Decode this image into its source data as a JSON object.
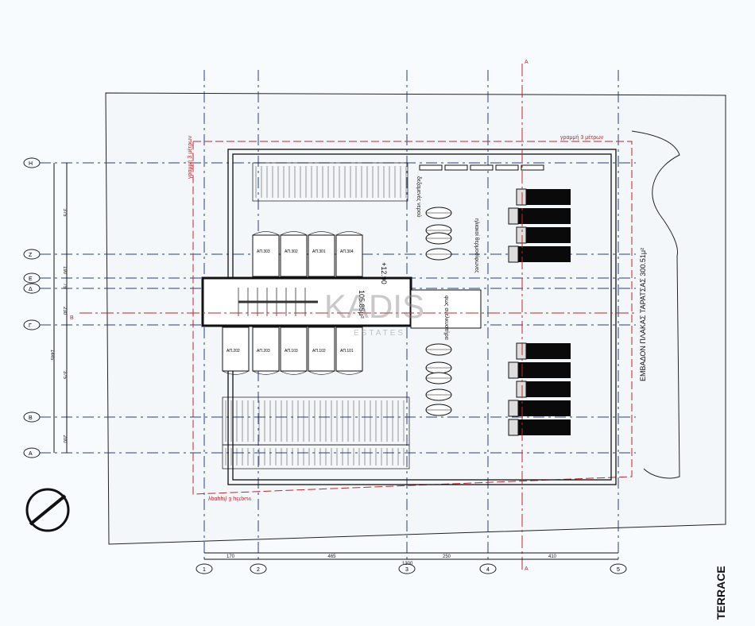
{
  "drawing": {
    "title": "TERRACE",
    "area_label": "ΕΜΒΑΔΟΝ ΠΛΑΚΑΣ ΤΑΡΑΤΣΑΣ 300.51μ²",
    "level": "+12.90",
    "stair_area": "105.85μ²",
    "setback_top": "γραμμή 3 μέτρων",
    "setback_left": "γραμμή 3 μέτρων",
    "setback_bottom": "γραμμή 3 μέτρων",
    "lift_label": "φως ανελκυστήρα",
    "watermark_main": "KADIS",
    "watermark_sub": "ESTATES",
    "section_a": "A",
    "section_b": "B",
    "storage_top": [
      "ΑΠ.303",
      "ΑΠ.302",
      "ΑΠ.301",
      "ΑΠ.304"
    ],
    "storage_bottom": [
      "ΑΠ.202",
      "ΑΠ.203",
      "ΑΠ.103",
      "ΑΠ.102",
      "ΑΠ.101"
    ],
    "panels_label": "ηλιακοί θερμοσίφωνες",
    "tanks_label": "δεξαμενές νερού"
  },
  "grid_rows": [
    "Η",
    "Ζ",
    "Ε",
    "Δ",
    "Γ",
    "Β",
    "Α"
  ],
  "grid_cols": [
    "1",
    "2",
    "3",
    "4",
    "5"
  ],
  "dims_vertical": [
    "375",
    "190",
    "75",
    "230",
    "375",
    "200"
  ],
  "dims_vertical_total": "1445",
  "dims_horizontal": [
    "170",
    "465",
    "250",
    "410"
  ],
  "dims_horizontal_total": "1300"
}
